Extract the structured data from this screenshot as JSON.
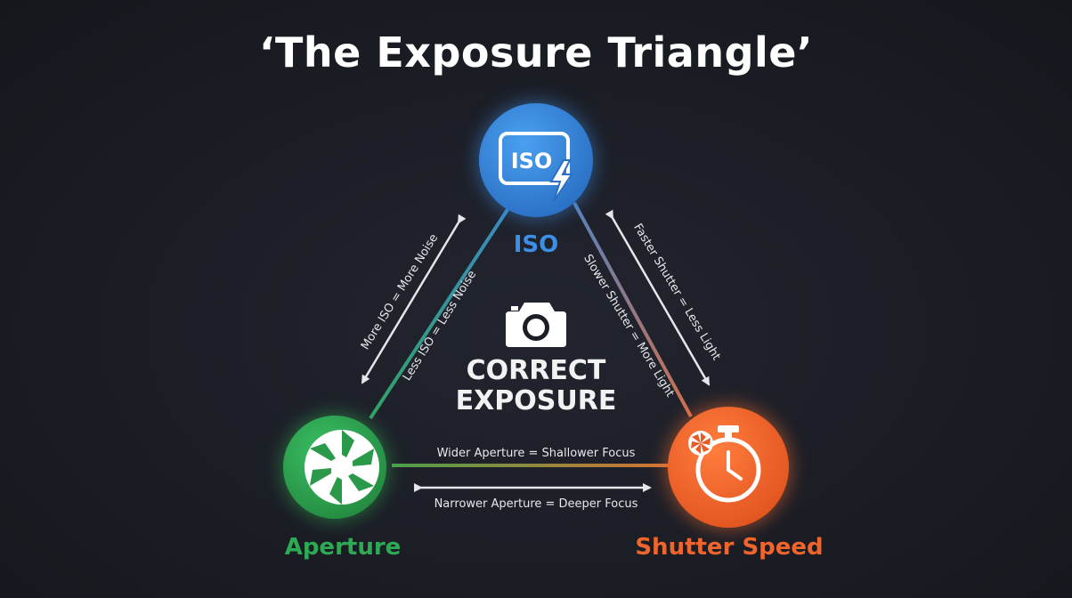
{
  "title": "‘The Exposure Triangle’",
  "center": {
    "line1": "CORRECT",
    "line2": "EXPOSURE",
    "icon": "camera-icon"
  },
  "nodes": {
    "iso": {
      "label": "ISO",
      "badge": "ISO",
      "icon": "iso-flash-icon",
      "color": "#3a86d8"
    },
    "aperture": {
      "label": "Aperture",
      "icon": "aperture-icon",
      "color": "#2fa84f"
    },
    "shutter": {
      "label": "Shutter Speed",
      "icon": "stopwatch-icon",
      "color": "#f26a2e"
    }
  },
  "edges": {
    "left_outer": "More ISO = More Noise",
    "left_inner": "Less ISO = Less Noise",
    "right_inner": "Slower Shutter = More Light",
    "right_outer": "Faster Shutter = Less Light",
    "bottom_top": "Wider Aperture = Shallower Focus",
    "bottom_bottom": "Narrower Aperture = Deeper Focus"
  },
  "colors": {
    "iso_text": "#3b8fe6",
    "aperture_text": "#2eaa55",
    "shutter_text": "#f0652c"
  }
}
